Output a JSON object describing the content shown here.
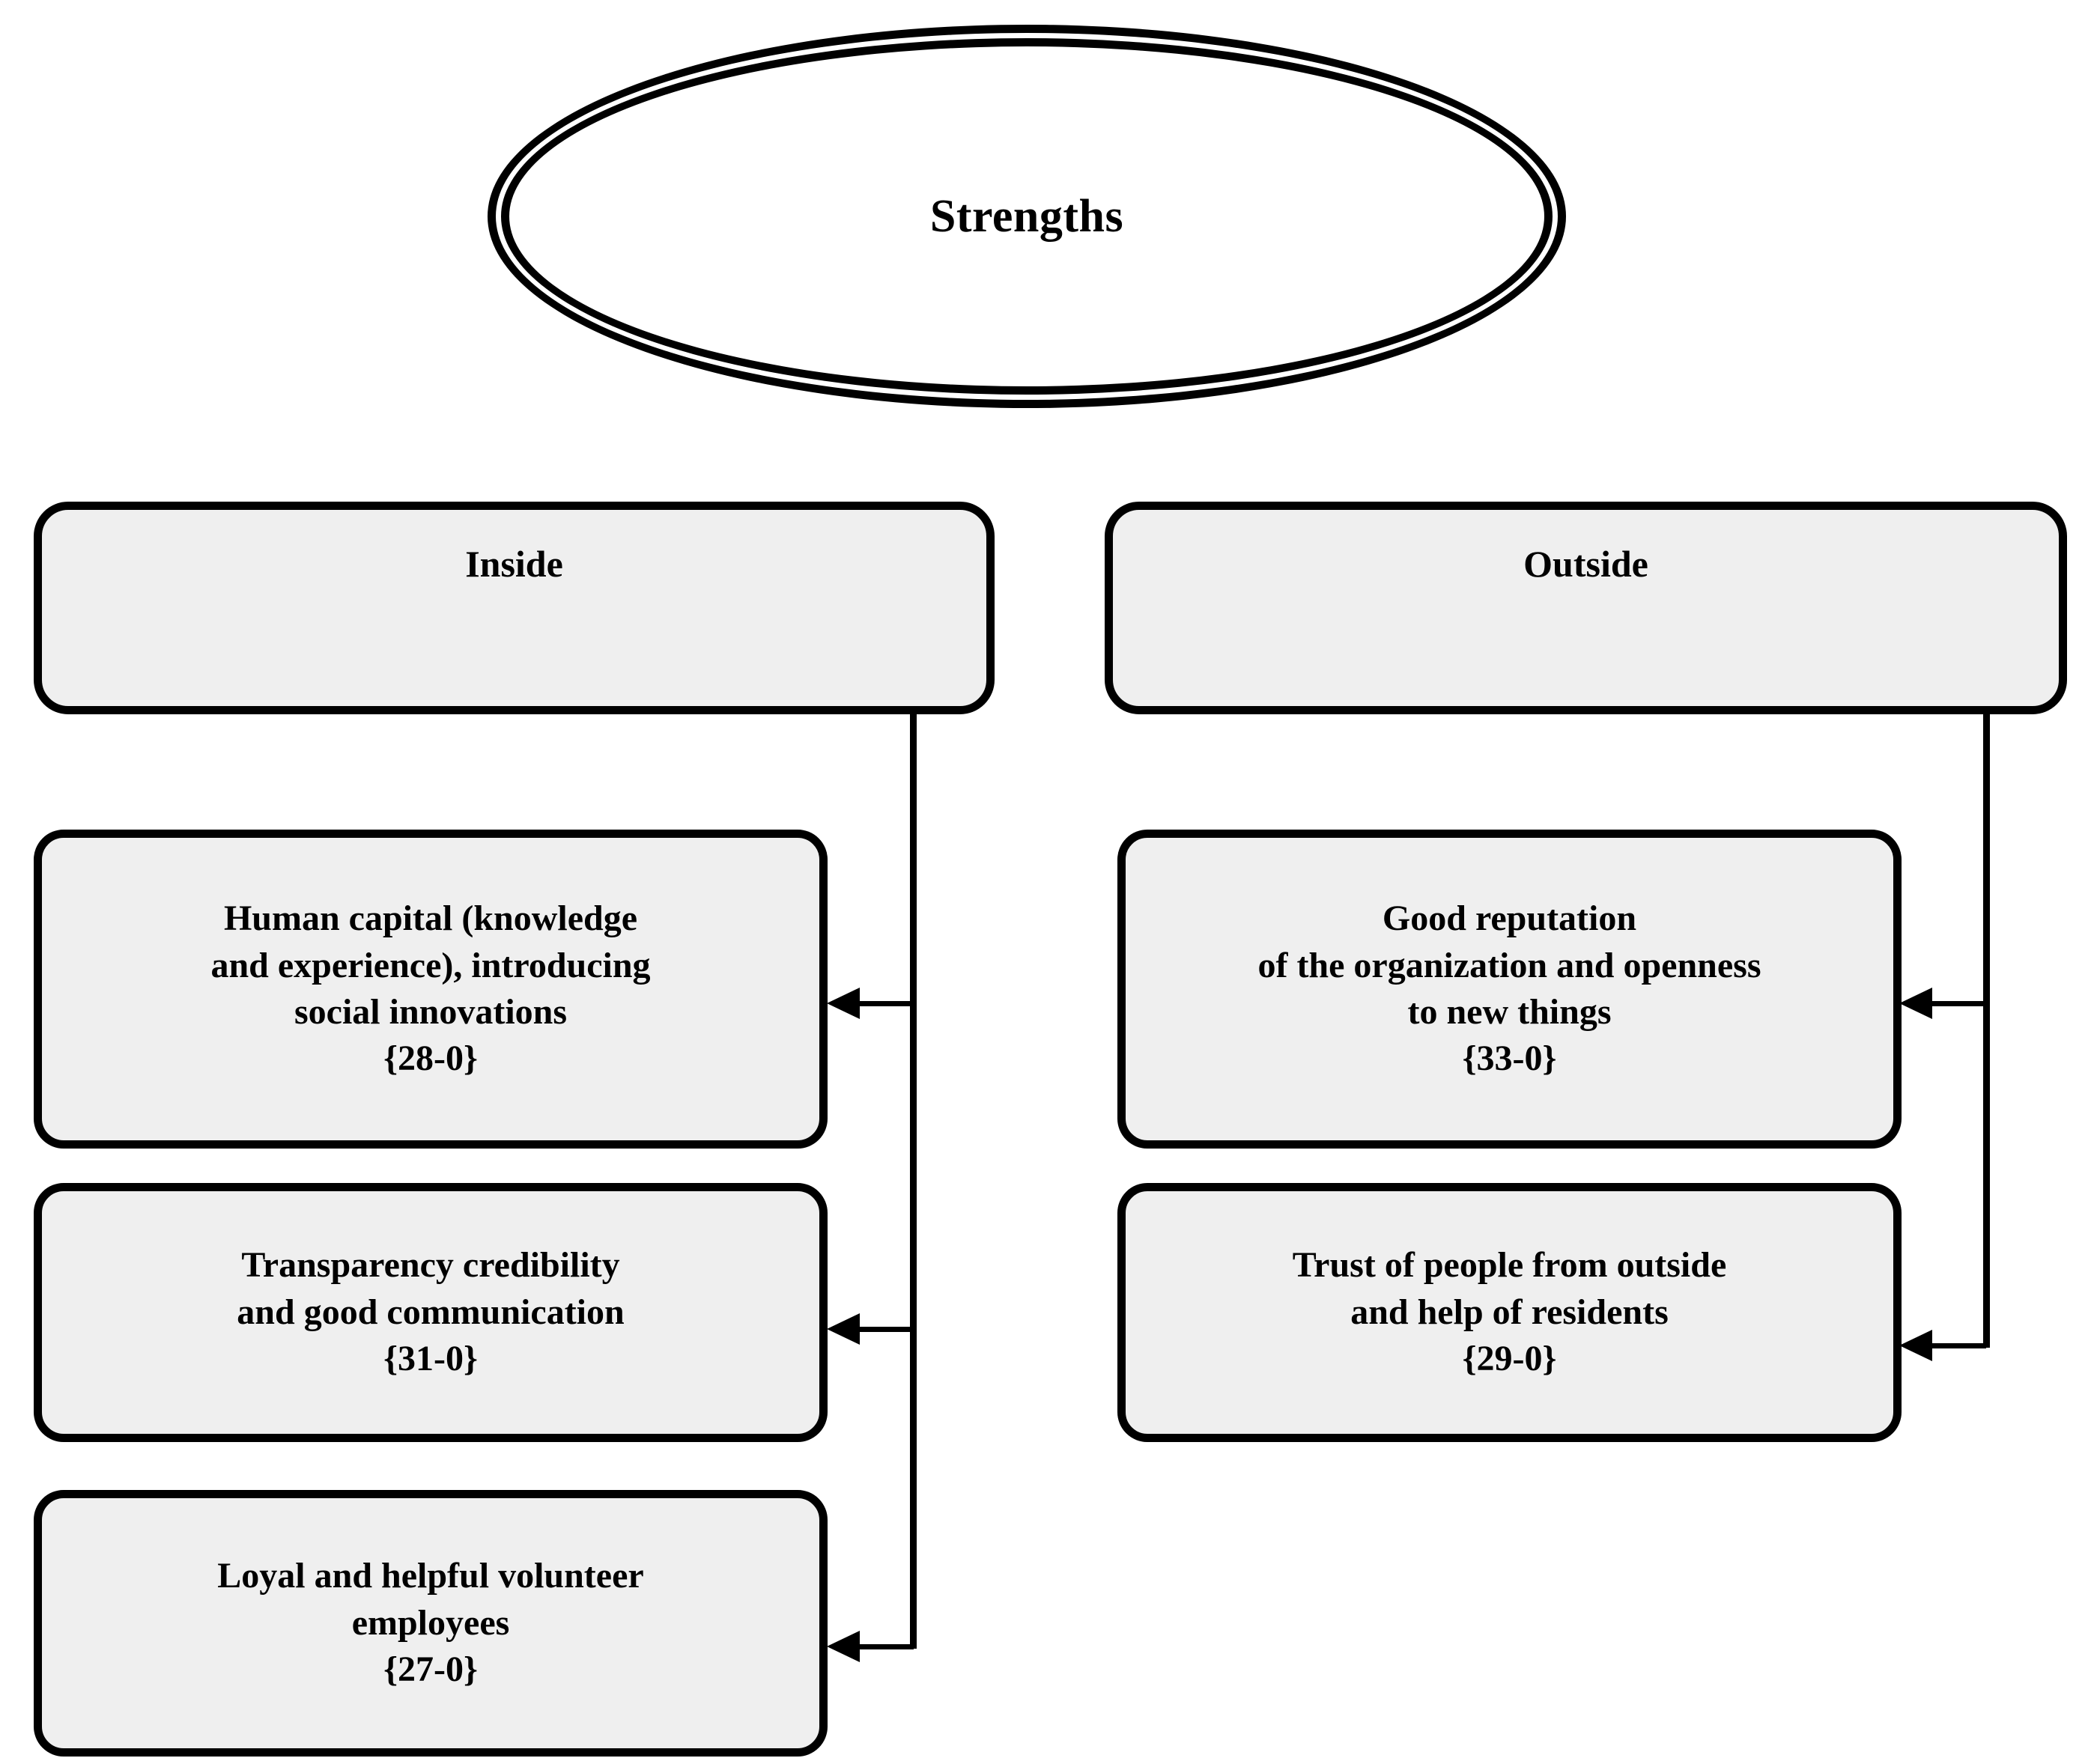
{
  "diagram": {
    "title": "Strengths",
    "columns": [
      {
        "key": "inside",
        "header": "Inside",
        "items": [
          {
            "text": "Human capital (knowledge\nand experience), introducing\nsocial innovations\n{28-0}",
            "code": "{28-0}"
          },
          {
            "text": "Transparency credibility\nand good communication\n{31-0}",
            "code": "{31-0}"
          },
          {
            "text": "Loyal and helpful volunteer\nemployees\n{27-0}",
            "code": "{27-0}"
          }
        ]
      },
      {
        "key": "outside",
        "header": "Outside",
        "items": [
          {
            "text": "Good reputation\nof the organization and openness\nto new things\n{33-0}",
            "code": "{33-0}"
          },
          {
            "text": "Trust of people from outside\nand help of residents\n{29-0}",
            "code": "{29-0}"
          }
        ]
      }
    ]
  },
  "style": {
    "background": "#ffffff",
    "node_fill": "#efefef",
    "stroke": "#000000",
    "text": "#000000"
  }
}
